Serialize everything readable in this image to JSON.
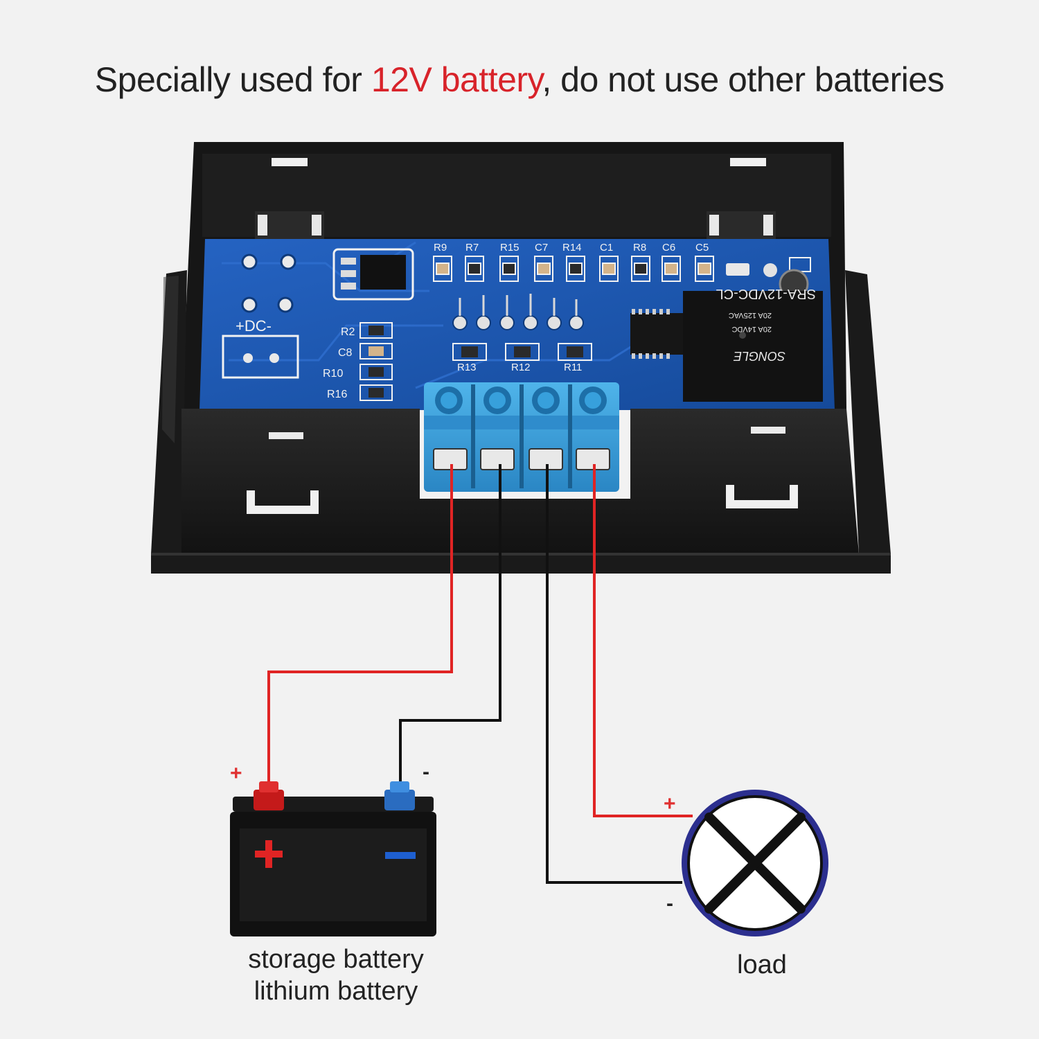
{
  "header": {
    "title_prefix": "Specially used for ",
    "title_highlight": "12V battery",
    "title_suffix": ", do not use other batteries"
  },
  "board": {
    "component_labels": [
      "R9",
      "R7",
      "R15",
      "C7",
      "R14",
      "C1",
      "R8",
      "C6",
      "C5"
    ],
    "side_labels": [
      "R2",
      "C8",
      "R10",
      "R16"
    ],
    "lower_labels": [
      "R13",
      "R12",
      "R11"
    ],
    "dc_label": "+DC-",
    "relay_model": "SRA-12VDC-CL",
    "relay_rating_1": "20A 125VAC",
    "relay_rating_2": "20A 14VDC",
    "relay_brand": "SONGLE"
  },
  "battery": {
    "plus_sign": "+",
    "minus_sign": "-",
    "caption_line1": "storage battery",
    "caption_line2": "lithium battery"
  },
  "load": {
    "plus_sign": "+",
    "minus_sign": "-",
    "caption": "load"
  },
  "colors": {
    "accent_red": "#d8232a",
    "wire_red": "#e02424",
    "wire_black": "#111111",
    "pcb_blue": "#1d56b0",
    "terminal_blue": "#3ea0d8",
    "load_ring": "#2c2f8f"
  }
}
